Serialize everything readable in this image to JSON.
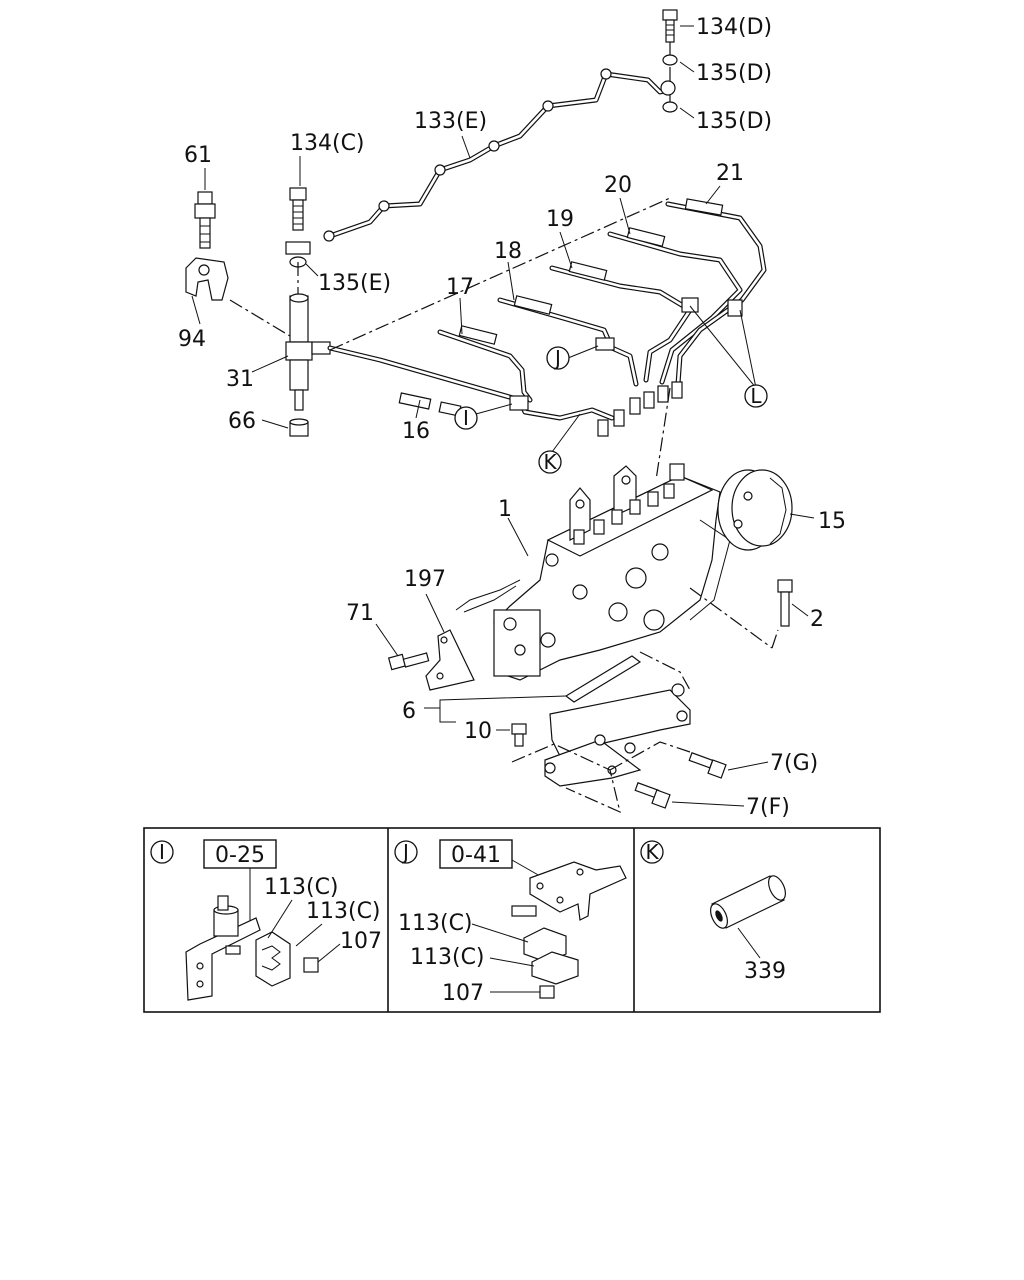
{
  "labels": {
    "p134d": "134(D)",
    "p135d_a": "135(D)",
    "p135d_b": "135(D)",
    "p133e": "133(E)",
    "p134c": "134(C)",
    "p61": "61",
    "p21": "21",
    "p20": "20",
    "p19": "19",
    "p18": "18",
    "p17": "17",
    "p135e": "135(E)",
    "p94": "94",
    "p31": "31",
    "p16": "16",
    "p66": "66",
    "p1": "1",
    "p15": "15",
    "p197": "197",
    "p71": "71",
    "p2": "2",
    "p6": "6",
    "p10": "10",
    "p7g": "7(G)",
    "p7f": "7(F)"
  },
  "callouts": {
    "i": "I",
    "j": "J",
    "k": "K",
    "l": "L"
  },
  "detail_panels": [
    {
      "ref": "I",
      "box": "0-25",
      "labels": [
        "113(C)",
        "113(C)",
        "107"
      ]
    },
    {
      "ref": "J",
      "box": "0-41",
      "labels": [
        "113(C)",
        "113(C)",
        "107"
      ]
    },
    {
      "ref": "K",
      "labels": [
        "339"
      ]
    }
  ]
}
